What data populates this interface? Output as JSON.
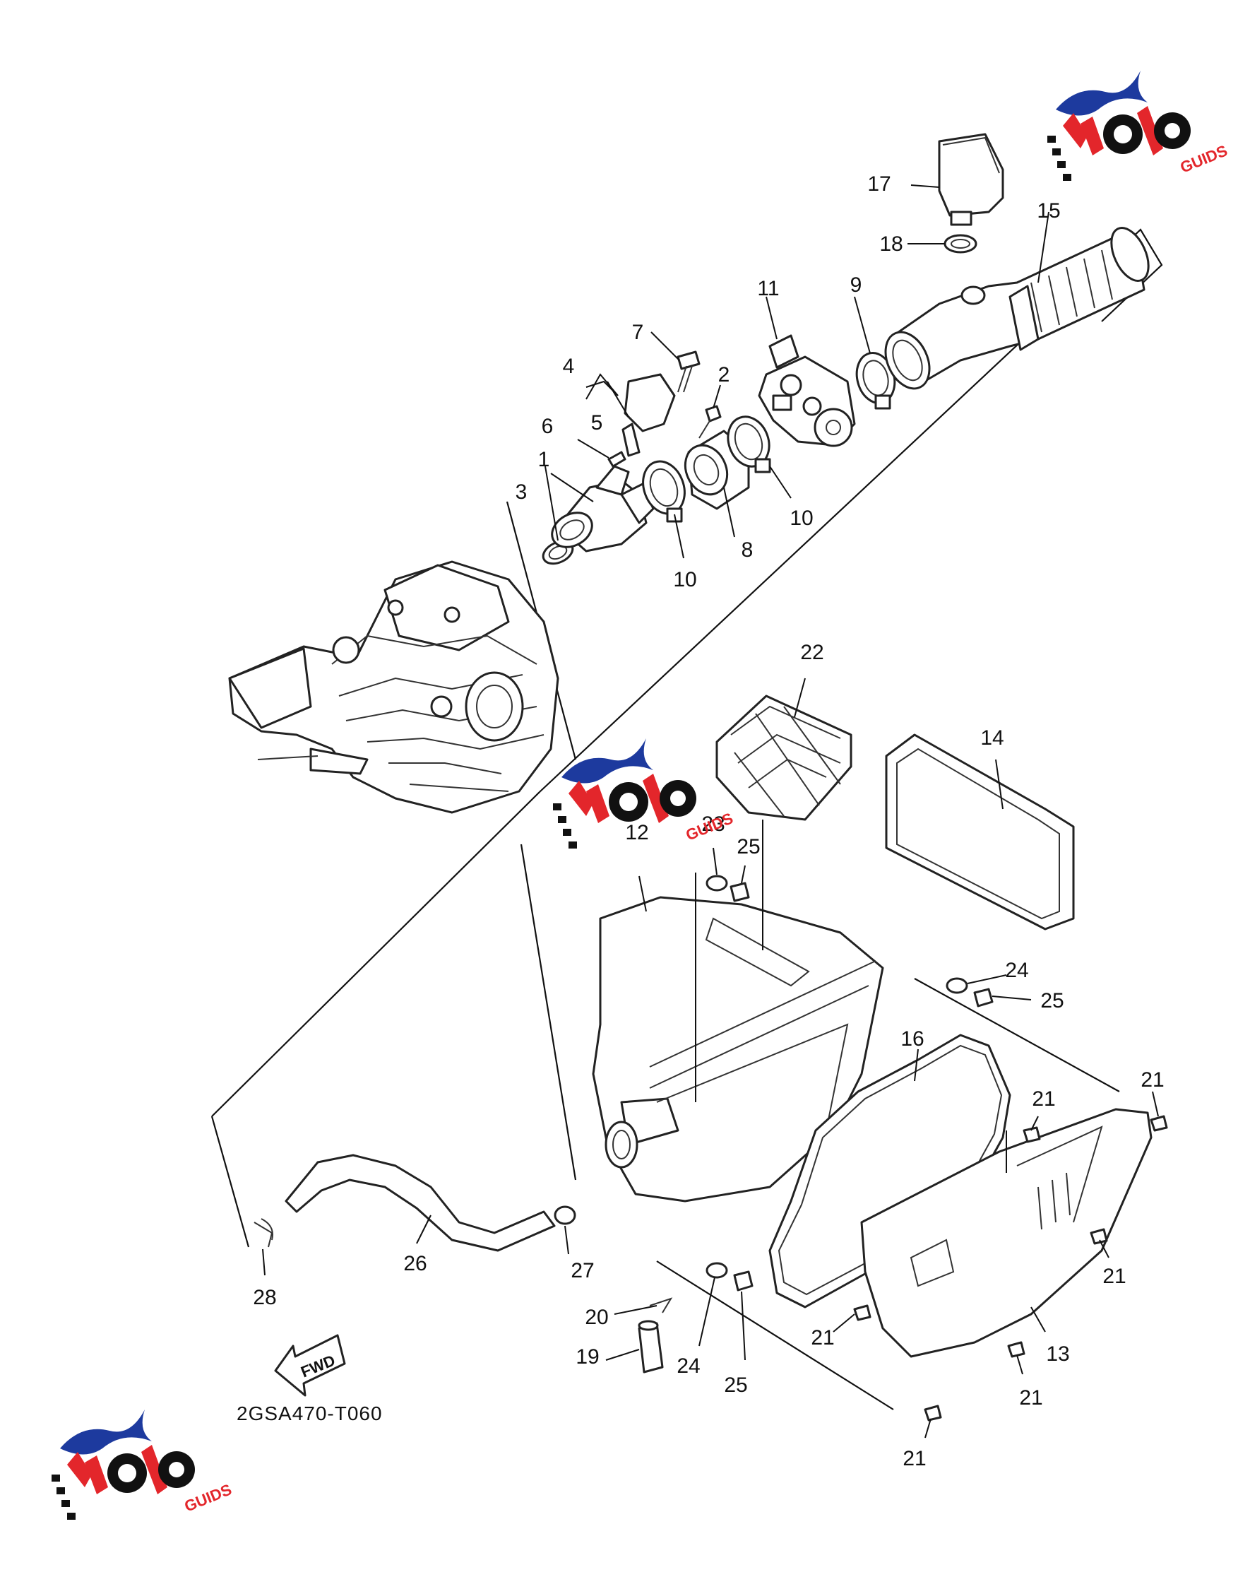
{
  "diagram_code": "2GSA470-T060",
  "fwd_label": "FWD",
  "colors": {
    "logo_red": "#e3262b",
    "logo_blue": "#1d3a9e",
    "logo_black": "#111111",
    "line": "#111111"
  },
  "callouts": {
    "c1": "1",
    "c2": "2",
    "c3": "3",
    "c4": "4",
    "c5": "5",
    "c6": "6",
    "c7": "7",
    "c8": "8",
    "c9": "9",
    "c10a": "10",
    "c10b": "10",
    "c11": "11",
    "c12": "12",
    "c13": "13",
    "c14": "14",
    "c15": "15",
    "c16": "16",
    "c17": "17",
    "c18": "18",
    "c19": "19",
    "c20": "20",
    "c21a": "21",
    "c21b": "21",
    "c21c": "21",
    "c21d": "21",
    "c21e": "21",
    "c21f": "21",
    "c22": "22",
    "c23": "23",
    "c24a": "24",
    "c24b": "24",
    "c25a": "25",
    "c25b": "25",
    "c25c": "25",
    "c26": "26",
    "c27": "27",
    "c28": "28"
  },
  "logo": {
    "brand_mark": "MOTO",
    "suffix": "GUIDS"
  }
}
